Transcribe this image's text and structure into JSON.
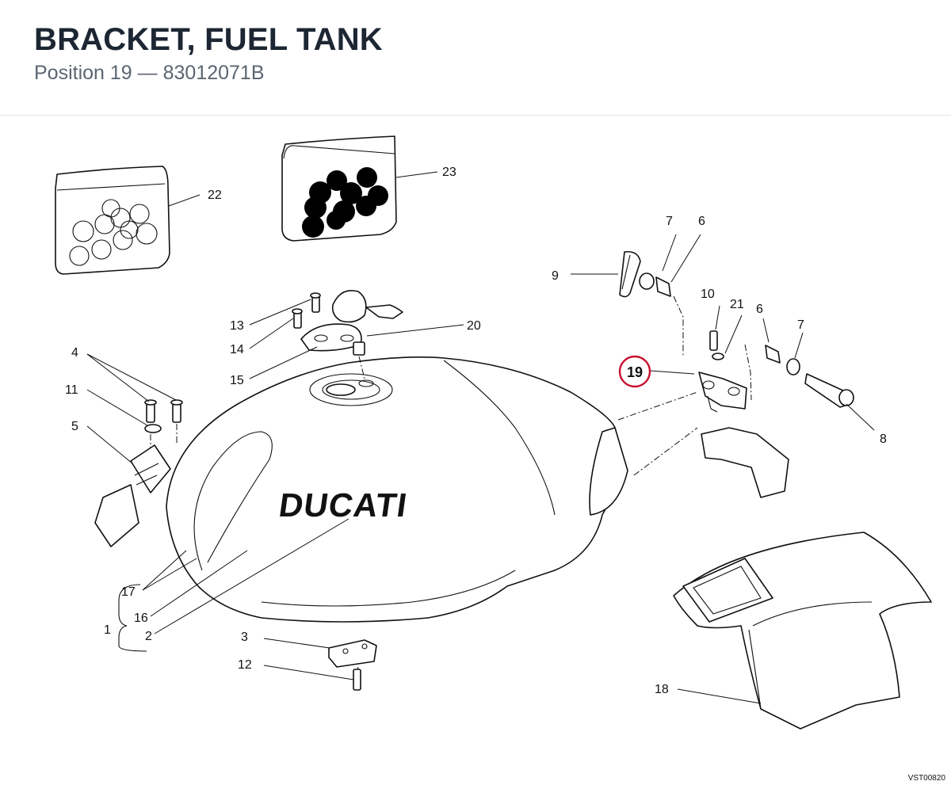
{
  "header": {
    "title": "BRACKET, FUEL TANK",
    "position_label": "Position 19",
    "separator": "—",
    "part_number": "83012071B"
  },
  "diagram": {
    "brand_text": "DUCATI",
    "drawing_code": "VST00820",
    "highlighted_position": "19",
    "highlight_color": "#c8102e",
    "callouts": {
      "c1": "1",
      "c2": "2",
      "c3": "3",
      "c4": "4",
      "c5": "5",
      "c6a": "6",
      "c6b": "6",
      "c7a": "7",
      "c7b": "7",
      "c8": "8",
      "c9": "9",
      "c10": "10",
      "c11": "11",
      "c12": "12",
      "c13": "13",
      "c14": "14",
      "c15": "15",
      "c16": "16",
      "c17": "17",
      "c18": "18",
      "c19": "19",
      "c20": "20",
      "c21": "21",
      "c22": "22",
      "c23": "23"
    }
  }
}
